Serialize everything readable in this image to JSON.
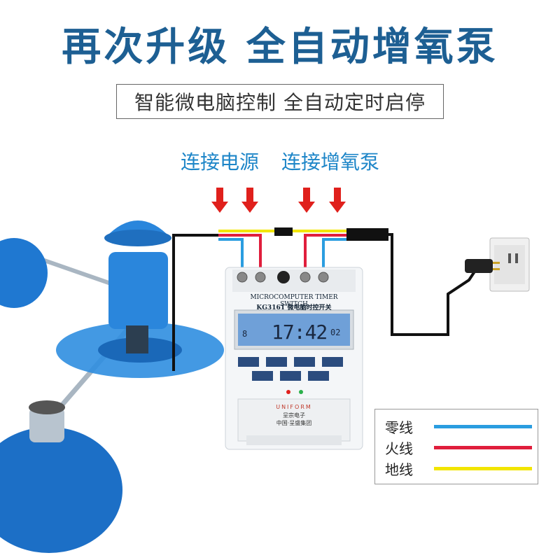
{
  "header": {
    "title": "再次升级 全自动增氧泵",
    "subtitle": "智能微电脑控制 全自动定时启停"
  },
  "connections": {
    "power_label": "连接电源",
    "pump_label": "连接增氧泵"
  },
  "device": {
    "title": "MICROCOMPUTER TIMER SWITCH",
    "model": "KG316T 微电脑时控开关",
    "display_time": "17:42",
    "display_seconds": "02",
    "display_day": "8",
    "brand_en": "UNIFORM",
    "brand_cn": "呈宗电子",
    "brand_group": "中国·呈盛集团"
  },
  "legend": {
    "items": [
      {
        "label": "零线",
        "color": "#2a9de0"
      },
      {
        "label": "火线",
        "color": "#e01e3c"
      },
      {
        "label": "地线",
        "color": "#f2e500"
      }
    ]
  },
  "colors": {
    "title": "#1d5f93",
    "accent_blue": "#1e86c8",
    "arrow_red": "#e0201c",
    "pump_blue": "#1f78d1"
  },
  "icons": [
    "down-arrow-icon",
    "power-plug-icon",
    "wall-socket-icon"
  ]
}
